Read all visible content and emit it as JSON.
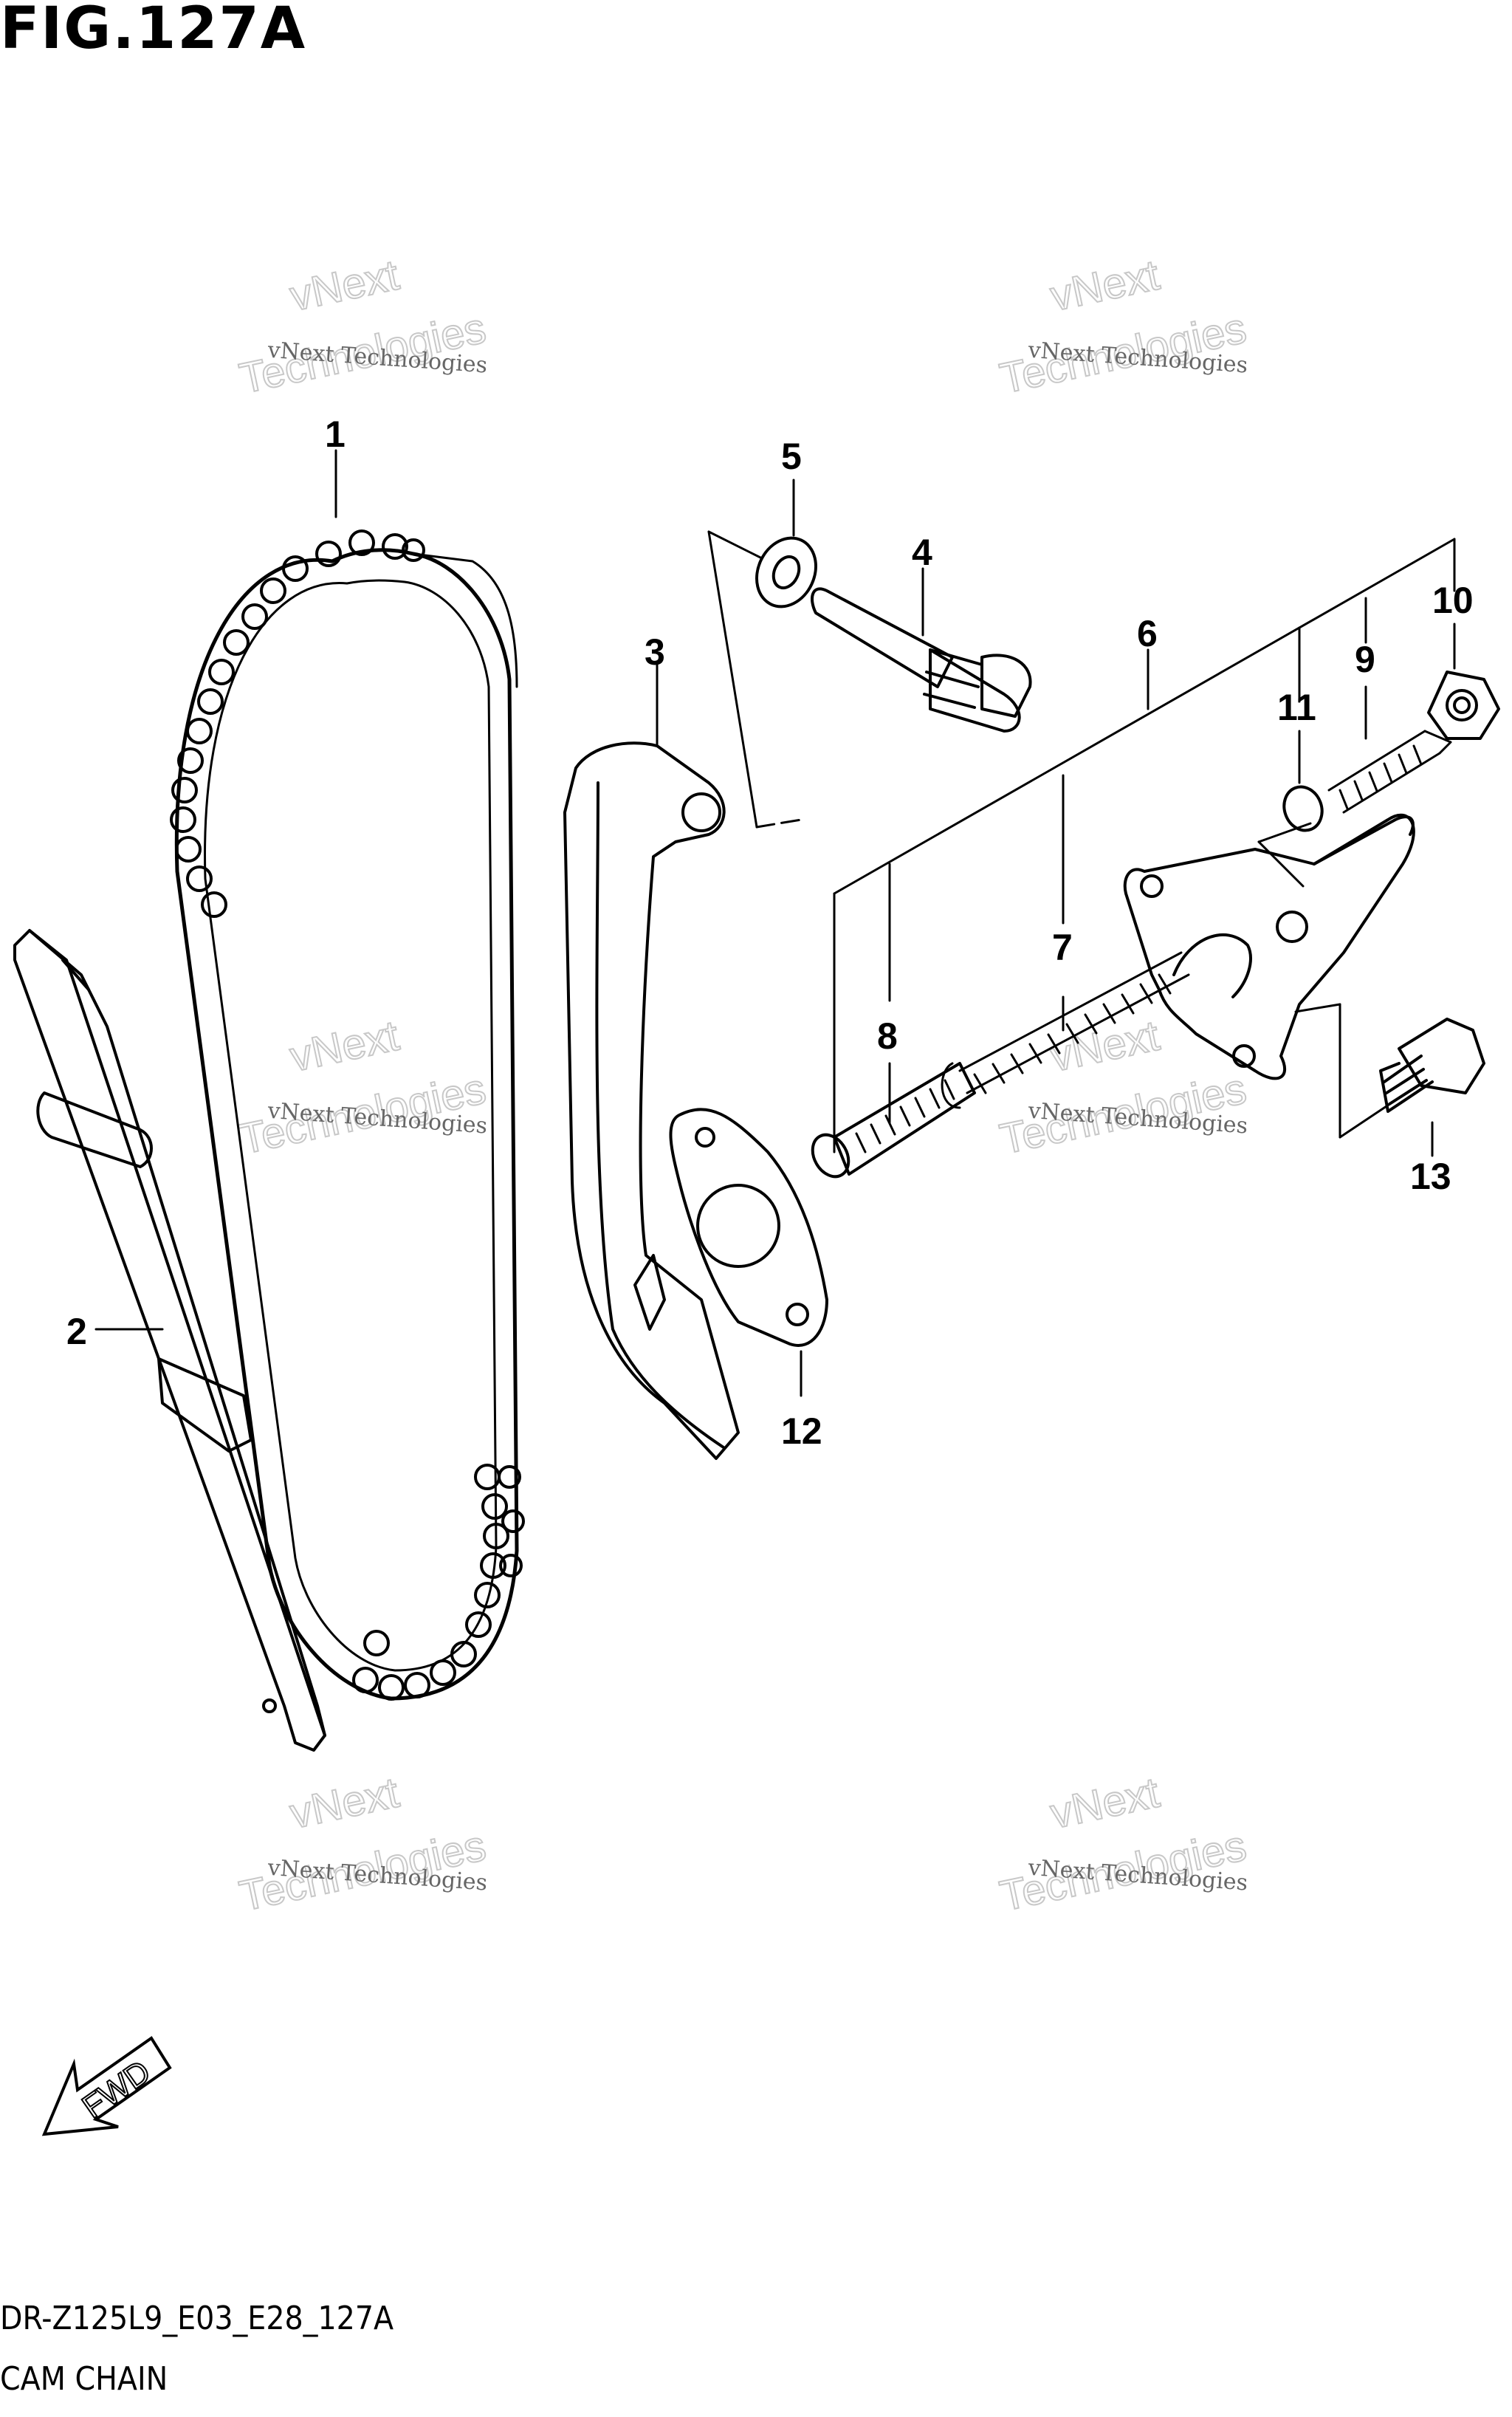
{
  "figure": {
    "title": "FIG.127A",
    "code": "DR-Z125L9_E03_E28_127A",
    "name": "CAM CHAIN"
  },
  "callouts": [
    "1",
    "2",
    "3",
    "4",
    "5",
    "6",
    "7",
    "8",
    "9",
    "10",
    "11",
    "12",
    "13"
  ],
  "fwd_label": "FWD",
  "watermark": {
    "line1": "vNext Technologies",
    "line2": "vNext",
    "line3": "Technologies"
  }
}
